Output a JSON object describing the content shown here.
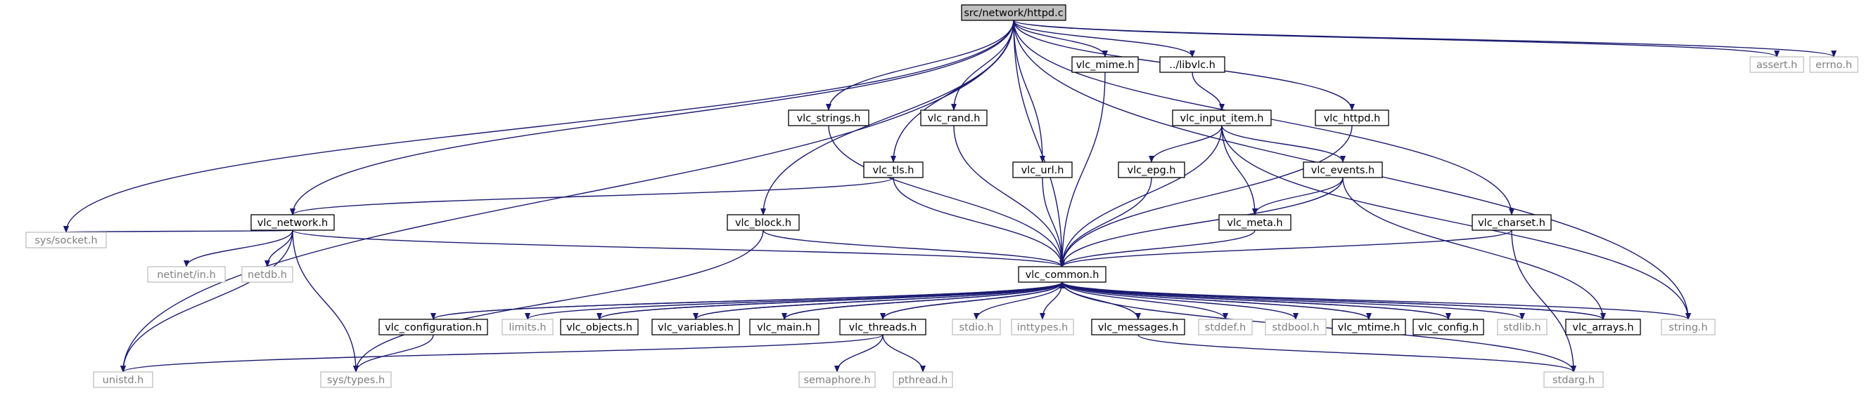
{
  "colors": {
    "edge": "#191970",
    "node_border": "#000000",
    "system_border": "#bfbfbf",
    "system_text": "#808080",
    "root_fill": "#bfbfbf",
    "text": "#000000"
  },
  "nodes": [
    {
      "id": "root",
      "label": "src/network/httpd.c",
      "kind": "root"
    },
    {
      "id": "unistd",
      "label": "unistd.h",
      "kind": "system"
    },
    {
      "id": "vlc_network",
      "label": "vlc_network.h",
      "kind": "header"
    },
    {
      "id": "sys_socket",
      "label": "sys/socket.h",
      "kind": "system"
    },
    {
      "id": "vlc_strings",
      "label": "vlc_strings.h",
      "kind": "header"
    },
    {
      "id": "vlc_block",
      "label": "vlc_block.h",
      "kind": "header"
    },
    {
      "id": "vlc_tls",
      "label": "vlc_tls.h",
      "kind": "header"
    },
    {
      "id": "vlc_rand",
      "label": "vlc_rand.h",
      "kind": "header"
    },
    {
      "id": "vlc_url",
      "label": "vlc_url.h",
      "kind": "header"
    },
    {
      "id": "vlc_mime",
      "label": "vlc_mime.h",
      "kind": "header"
    },
    {
      "id": "libvlc",
      "label": "../libvlc.h",
      "kind": "header"
    },
    {
      "id": "vlc_input_item",
      "label": "vlc_input_item.h",
      "kind": "header"
    },
    {
      "id": "vlc_epg",
      "label": "vlc_epg.h",
      "kind": "header"
    },
    {
      "id": "vlc_events",
      "label": "vlc_events.h",
      "kind": "header"
    },
    {
      "id": "vlc_meta",
      "label": "vlc_meta.h",
      "kind": "header"
    },
    {
      "id": "vlc_httpd",
      "label": "vlc_httpd.h",
      "kind": "header"
    },
    {
      "id": "vlc_charset",
      "label": "vlc_charset.h",
      "kind": "header"
    },
    {
      "id": "assert",
      "label": "assert.h",
      "kind": "system"
    },
    {
      "id": "errno",
      "label": "errno.h",
      "kind": "system"
    },
    {
      "id": "vlc_common",
      "label": "vlc_common.h",
      "kind": "header"
    },
    {
      "id": "netinet_in",
      "label": "netinet/in.h",
      "kind": "system"
    },
    {
      "id": "netdb",
      "label": "netdb.h",
      "kind": "system"
    },
    {
      "id": "sys_types",
      "label": "sys/types.h",
      "kind": "system"
    },
    {
      "id": "vlc_configuration",
      "label": "vlc_configuration.h",
      "kind": "header"
    },
    {
      "id": "limits",
      "label": "limits.h",
      "kind": "system"
    },
    {
      "id": "vlc_objects",
      "label": "vlc_objects.h",
      "kind": "header"
    },
    {
      "id": "vlc_variables",
      "label": "vlc_variables.h",
      "kind": "header"
    },
    {
      "id": "vlc_main",
      "label": "vlc_main.h",
      "kind": "header"
    },
    {
      "id": "vlc_threads",
      "label": "vlc_threads.h",
      "kind": "header"
    },
    {
      "id": "stdio",
      "label": "stdio.h",
      "kind": "system"
    },
    {
      "id": "inttypes",
      "label": "inttypes.h",
      "kind": "system"
    },
    {
      "id": "vlc_messages",
      "label": "vlc_messages.h",
      "kind": "header"
    },
    {
      "id": "stddef",
      "label": "stddef.h",
      "kind": "system"
    },
    {
      "id": "stdbool",
      "label": "stdbool.h",
      "kind": "system"
    },
    {
      "id": "vlc_mtime",
      "label": "vlc_mtime.h",
      "kind": "header"
    },
    {
      "id": "vlc_config",
      "label": "vlc_config.h",
      "kind": "header"
    },
    {
      "id": "stdlib",
      "label": "stdlib.h",
      "kind": "system"
    },
    {
      "id": "vlc_arrays",
      "label": "vlc_arrays.h",
      "kind": "header"
    },
    {
      "id": "string",
      "label": "string.h",
      "kind": "system"
    },
    {
      "id": "semaphore",
      "label": "semaphore.h",
      "kind": "system"
    },
    {
      "id": "pthread",
      "label": "pthread.h",
      "kind": "system"
    },
    {
      "id": "stdarg",
      "label": "stdarg.h",
      "kind": "system"
    }
  ],
  "edges": [
    [
      "root",
      "unistd"
    ],
    [
      "root",
      "vlc_network"
    ],
    [
      "root",
      "sys_socket"
    ],
    [
      "root",
      "vlc_strings"
    ],
    [
      "root",
      "vlc_block"
    ],
    [
      "root",
      "vlc_tls"
    ],
    [
      "root",
      "vlc_rand"
    ],
    [
      "root",
      "vlc_common"
    ],
    [
      "root",
      "vlc_url"
    ],
    [
      "root",
      "vlc_mime"
    ],
    [
      "root",
      "libvlc"
    ],
    [
      "root",
      "vlc_httpd"
    ],
    [
      "root",
      "vlc_charset"
    ],
    [
      "root",
      "string"
    ],
    [
      "root",
      "assert"
    ],
    [
      "root",
      "errno"
    ],
    [
      "vlc_network",
      "sys_socket"
    ],
    [
      "vlc_network",
      "unistd"
    ],
    [
      "vlc_network",
      "netinet_in"
    ],
    [
      "vlc_network",
      "netdb"
    ],
    [
      "vlc_network",
      "sys_types"
    ],
    [
      "vlc_network",
      "vlc_common"
    ],
    [
      "vlc_strings",
      "vlc_common"
    ],
    [
      "vlc_tls",
      "vlc_network"
    ],
    [
      "vlc_tls",
      "vlc_common"
    ],
    [
      "vlc_rand",
      "vlc_common"
    ],
    [
      "vlc_url",
      "vlc_common"
    ],
    [
      "vlc_mime",
      "vlc_common"
    ],
    [
      "vlc_block",
      "vlc_common"
    ],
    [
      "vlc_block",
      "sys_types"
    ],
    [
      "libvlc",
      "vlc_input_item"
    ],
    [
      "vlc_input_item",
      "vlc_epg"
    ],
    [
      "vlc_input_item",
      "vlc_events"
    ],
    [
      "vlc_input_item",
      "vlc_meta"
    ],
    [
      "vlc_input_item",
      "vlc_common"
    ],
    [
      "vlc_input_item",
      "string"
    ],
    [
      "vlc_epg",
      "vlc_common"
    ],
    [
      "vlc_events",
      "vlc_meta"
    ],
    [
      "vlc_events",
      "vlc_common"
    ],
    [
      "vlc_events",
      "vlc_arrays"
    ],
    [
      "vlc_meta",
      "vlc_common"
    ],
    [
      "vlc_httpd",
      "vlc_common"
    ],
    [
      "vlc_charset",
      "vlc_common"
    ],
    [
      "vlc_charset",
      "stdarg"
    ],
    [
      "vlc_common",
      "vlc_configuration"
    ],
    [
      "vlc_common",
      "limits"
    ],
    [
      "vlc_common",
      "vlc_objects"
    ],
    [
      "vlc_common",
      "vlc_variables"
    ],
    [
      "vlc_common",
      "vlc_main"
    ],
    [
      "vlc_common",
      "vlc_threads"
    ],
    [
      "vlc_common",
      "stdio"
    ],
    [
      "vlc_common",
      "inttypes"
    ],
    [
      "vlc_common",
      "vlc_messages"
    ],
    [
      "vlc_common",
      "stddef"
    ],
    [
      "vlc_common",
      "stdbool"
    ],
    [
      "vlc_common",
      "vlc_mtime"
    ],
    [
      "vlc_common",
      "vlc_config"
    ],
    [
      "vlc_common",
      "stdlib"
    ],
    [
      "vlc_common",
      "vlc_arrays"
    ],
    [
      "vlc_common",
      "string"
    ],
    [
      "vlc_common",
      "stdarg"
    ],
    [
      "vlc_configuration",
      "vlc_common"
    ],
    [
      "vlc_configuration",
      "sys_types"
    ],
    [
      "vlc_objects",
      "vlc_common"
    ],
    [
      "vlc_variables",
      "vlc_common"
    ],
    [
      "vlc_main",
      "vlc_common"
    ],
    [
      "vlc_threads",
      "vlc_common"
    ],
    [
      "vlc_threads",
      "unistd"
    ],
    [
      "vlc_threads",
      "semaphore"
    ],
    [
      "vlc_threads",
      "pthread"
    ],
    [
      "vlc_messages",
      "vlc_common"
    ],
    [
      "vlc_messages",
      "stdarg"
    ],
    [
      "vlc_mtime",
      "vlc_common"
    ],
    [
      "vlc_config",
      "vlc_common"
    ],
    [
      "vlc_arrays",
      "vlc_common"
    ]
  ]
}
